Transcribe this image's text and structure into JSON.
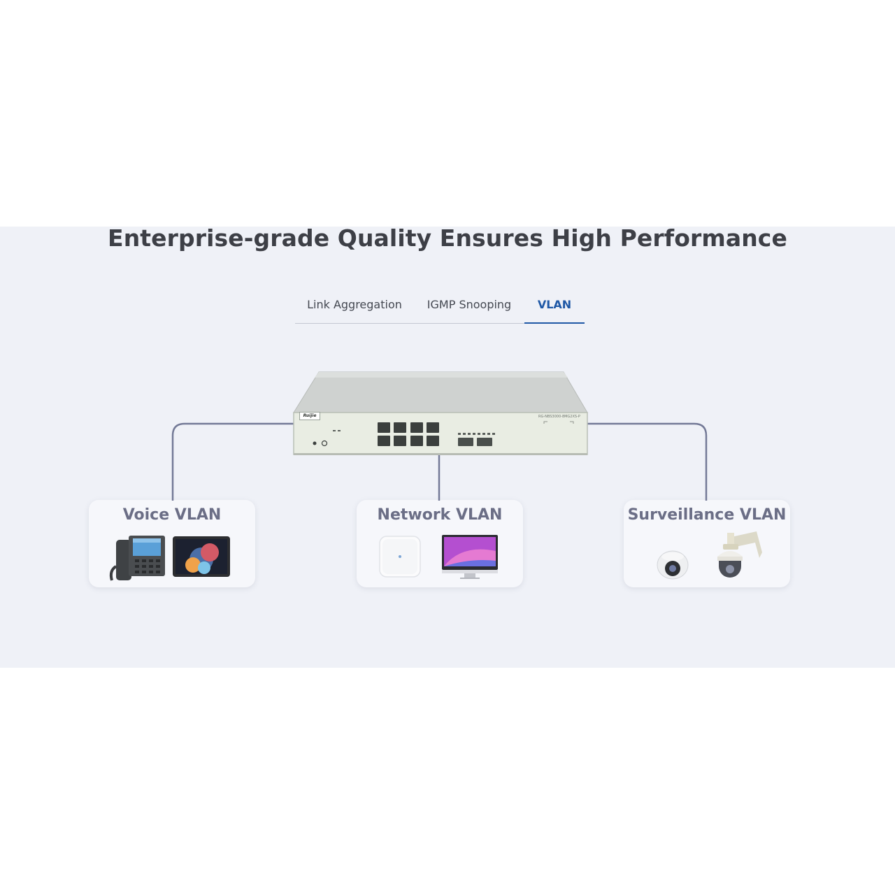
{
  "page": {
    "title": "Enterprise-grade Quality Ensures High Performance"
  },
  "tabs": [
    {
      "label": "Link Aggregation",
      "active": false
    },
    {
      "label": "IGMP Snooping",
      "active": false
    },
    {
      "label": "VLAN",
      "active": true
    }
  ],
  "diagram": {
    "switch": {
      "brand": "Ruijie",
      "model": "RG-NBS3000-8MG2XS-P"
    },
    "cards": [
      {
        "title": "Voice VLAN",
        "icons": [
          "ip-phone-icon",
          "tablet-icon"
        ]
      },
      {
        "title": "Network VLAN",
        "icons": [
          "wireless-access-point-icon",
          "desktop-monitor-icon"
        ]
      },
      {
        "title": "Surveillance VLAN",
        "icons": [
          "dome-camera-icon",
          "ptz-camera-icon"
        ]
      }
    ]
  },
  "colors": {
    "band": "#eff1f7",
    "title": "#3d3f46",
    "tab_text": "#444851",
    "tab_active": "#1f58a6",
    "card_title": "#6b6e86",
    "connector": "#747a97"
  }
}
